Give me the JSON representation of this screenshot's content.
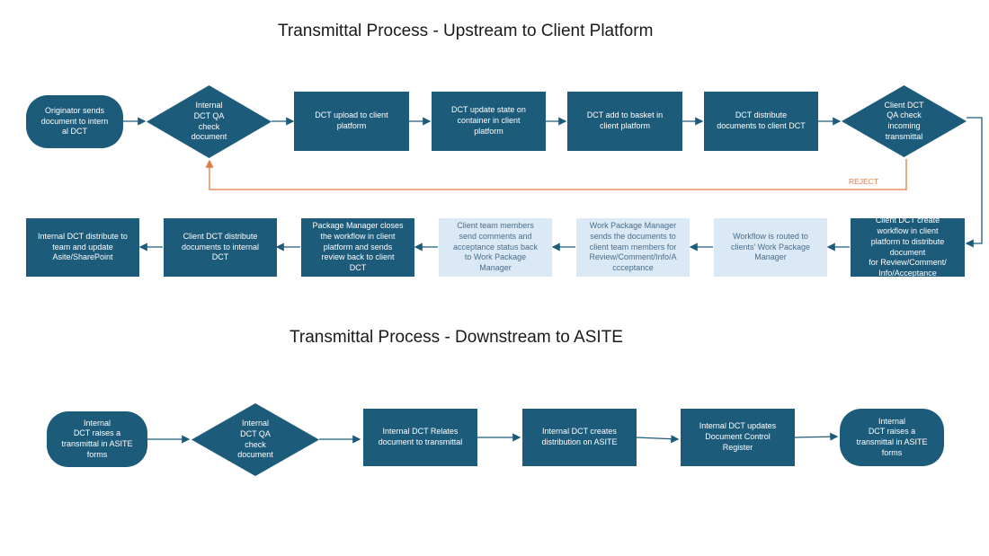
{
  "upstream": {
    "title": "Transmittal Process - Upstream to Client Platform",
    "n1": "Originator sends\ndocument  to intern\nal DCT",
    "n2": "Internal\nDCT QA\ncheck\ndocument",
    "n3": "DCT upload to client\nplatform",
    "n4": "DCT update state on\ncontainer in client\nplatform",
    "n5": "DCT add to basket in\nclient platform",
    "n6": "DCT distribute\ndocuments to client DCT",
    "n7": "Client DCT\nQA check\nincoming\ntransmittal",
    "reject": "REJECT",
    "n8": "Client DCT create\nworkflow in client\nplatform to distribute\ndocument\nfor Review/Comment/\nInfo/Acceptance",
    "n9": "Workflow is routed to\nclients' Work Package\nManager",
    "n10": "Work Package Manager\nsends the documents to\nclient team members for\nReview/Comment/Info/A\nccceptance",
    "n11": "Client team members\nsend comments and\nacceptance status back\nto Work Package\nManager",
    "n12": "Package Manager closes\nthe workflow in client\nplatform and sends\nreview back to client\nDCT",
    "n13": "Client DCT distribute\ndocuments to internal\nDCT",
    "n14": "Internal DCT distribute to\nteam and update\nAsite/SharePoint"
  },
  "downstream": {
    "title": "Transmittal Process - Downstream to ASITE",
    "n1": "Internal\nDCT raises a\ntransmittal in  ASITE\nforms",
    "n2": "Internal\nDCT QA\ncheck\ndocument",
    "n3": "Internal DCT Relates\ndocument to transmittal",
    "n4": "Internal DCT creates\ndistribution on ASITE",
    "n5": "Internal DCT updates\nDocument Control\nRegister",
    "n6": "Internal\nDCT raises a\ntransmittal in  ASITE\nforms"
  },
  "colors": {
    "box": "#1d5b7a",
    "light_box": "#dbe8f6",
    "reject_line": "#e07a44"
  }
}
